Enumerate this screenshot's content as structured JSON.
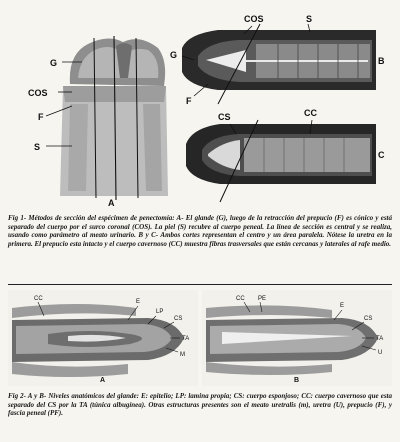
{
  "figure1": {
    "labels": {
      "g": "G",
      "cos": "COS",
      "f": "F",
      "s": "S",
      "a": "A",
      "cos2": "COS",
      "s2": "S",
      "g2": "G",
      "f2": "F",
      "b": "B",
      "cs": "CS",
      "cc": "CC",
      "c": "C"
    },
    "caption": "Fig 1- Métodos de sección del espécimen de penectomía: A- El glande (G), luego de la retracción del prepucio (F) es cónico y está separado del cuerpo por el surco coronal (COS). La piel (S) recubre al cuerpo peneal. La línea de sección es central y se realiza, usando como parámetro al meato urinario. B y C- Ambos cortes representan el centro y un área paralela. Nótese la uretra en la primera. El prepucio esta intacto y el cuerpo cavernoso (CC) muestra fibras trasversales que están cercanas y laterales al rafe medio."
  },
  "figure2": {
    "labels": {
      "cc": "CC",
      "e": "E",
      "lp": "LP",
      "cs": "CS",
      "ta": "TA",
      "m": "M",
      "a": "A",
      "cc2": "CC",
      "pe": "PE",
      "e2": "E",
      "cs2": "CS",
      "ta2": "TA",
      "u": "U",
      "b": "B"
    },
    "caption": "Fig 2- A y B- Niveles anatómicos del glande: E: epitelio; LP: lamina propia; CS: cuerpo esponjoso; CC: cuerpo cavernoso que esta separado del CS por la TA (túnica albugínea). Otras estructuras presentes son el meato uretralis (m), uretra (U), prepucio (F), y fascia peneal (PF)."
  }
}
